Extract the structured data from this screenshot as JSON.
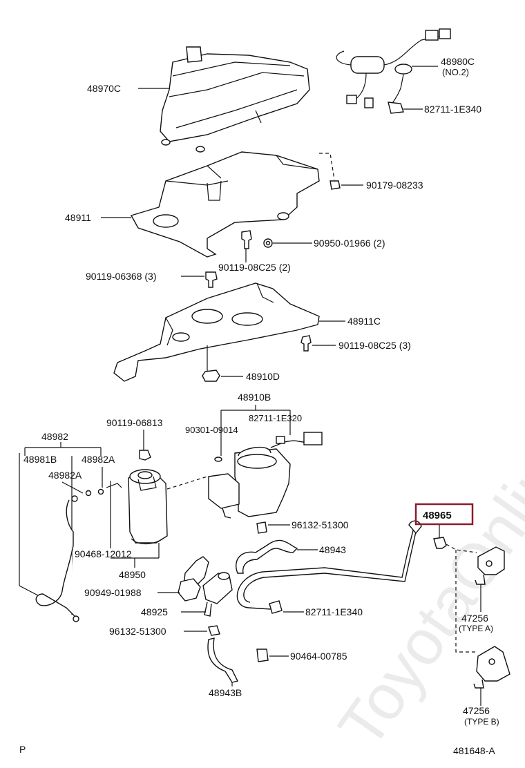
{
  "watermark": "ToyotaOnline.ru",
  "footer": {
    "left": "P",
    "right": "481648-A"
  },
  "labels": {
    "p48970C": "48970C",
    "p48980C": "48980C",
    "p48980C_no": "(NO.2)",
    "p82711_1E340_top": "82711-1E340",
    "p90179": "90179-08233",
    "p48911": "48911",
    "p90950": "90950-01966 (2)",
    "p90119_08C25_a": "90119-08C25 (2)",
    "p90119_06368": "90119-06368 (3)",
    "p48911C": "48911C",
    "p90119_08C25_b": "90119-08C25 (3)",
    "p48910D": "48910D",
    "p48910B": "48910B",
    "p90119_06813": "90119-06813",
    "p82711_1E320": "82711-1E320",
    "p90301": "90301-09014",
    "p48982": "48982",
    "p48981B": "48981B",
    "p48982A_1": "48982A",
    "p48982A_2": "48982A",
    "p48965": "48965",
    "p96132_a": "96132-51300",
    "p48943": "48943",
    "p90468": "90468-12012",
    "p48950": "48950",
    "p90949": "90949-01988",
    "p82711_1E340_bot": "82711-1E340",
    "p48925": "48925",
    "p96132_b": "96132-51300",
    "p90464": "90464-00785",
    "p48943B": "48943B",
    "p47256_a": "47256",
    "p47256_a_type": "(TYPE A)",
    "p47256_b": "47256",
    "p47256_b_type": "(TYPE B)"
  }
}
